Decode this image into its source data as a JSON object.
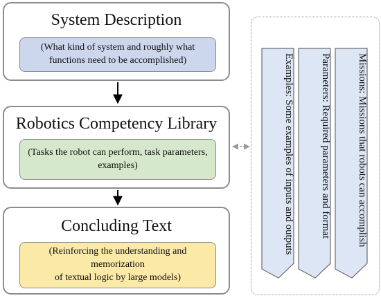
{
  "sections": [
    {
      "title": "System Description",
      "text_lines": [
        "(What kind of system and roughly what",
        "functions need to be accomplished)"
      ],
      "fill": "#ccd6ec"
    },
    {
      "title": "Robotics Competency Library",
      "text_lines": [
        "(Tasks the robot can perform, task parameters,",
        "examples)"
      ],
      "fill": "#d6e8cc"
    },
    {
      "title": "Concluding Text",
      "text_lines": [
        "(Reinforcing the understanding and memorization",
        "of textual logic by large models)"
      ],
      "fill": "#fbe9a8"
    }
  ],
  "library_items": [
    "Examples: Some examples of inputs and outputs",
    "Parameters: Required parameters and format",
    "Missions: Missions that robots can accomplish"
  ],
  "colors": {
    "section_border": "#8c8c8c",
    "document_fill": "#dde6f4",
    "connector": "#9a9a9a",
    "arrow": "#000000"
  }
}
